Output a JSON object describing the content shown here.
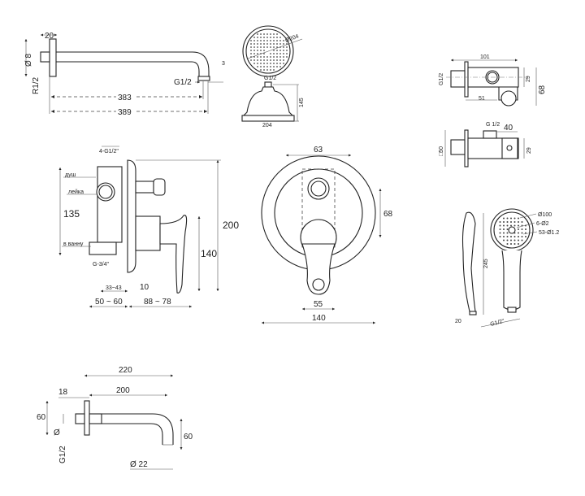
{
  "shower_arm": {
    "d_flange_width": "20",
    "d_diameter": "Ø 8",
    "d_thread": "R1/2",
    "d_outlet": "G1/2",
    "d_len_1": "383",
    "d_len_2": "389",
    "d_small": "3"
  },
  "shower_head": {
    "d_diameter": "Ø204",
    "d_thread": "G1/2",
    "d_height": "145",
    "d_width": "204"
  },
  "wall_bracket": {
    "d_length": "101",
    "d_thread": "G1/2",
    "d_height": "29",
    "d_total": "68",
    "d_offset": "51"
  },
  "wall_outlet": {
    "d_thread": "G 1/2",
    "d_width": "40",
    "d_square": "□50",
    "d_height": "29"
  },
  "mixer_side": {
    "d_top_thread": "4-G1/2\"",
    "label_shower": "душ",
    "label_handshower": "лейка",
    "label_bath": "в ванну",
    "d_body_height": "135",
    "d_bottom_thread": "G-3/4\"",
    "d_total_height": "200",
    "d_handle_height": "140",
    "d_adjust": "33~43",
    "d_plate": "10",
    "d_depth_in": "50 ~ 60",
    "d_depth_out": "88 ~ 78"
  },
  "mixer_front": {
    "d_top": "63",
    "d_right": "68",
    "d_lever": "55",
    "d_diameter": "140"
  },
  "hand_shower": {
    "d_diameter": "Ø100",
    "d_holes_a": "6-Ø2",
    "d_holes_b": "53-Ø1.2",
    "d_length": "245",
    "d_bottom": "20",
    "d_thread": "G1/2\""
  },
  "spout": {
    "d_total": "220",
    "d_length": "200",
    "d_flange": "18",
    "d_height": "60",
    "d_dia": "Ø",
    "d_thread": "G1/2",
    "d_drop": "60",
    "d_pipe": "Ø 22"
  }
}
